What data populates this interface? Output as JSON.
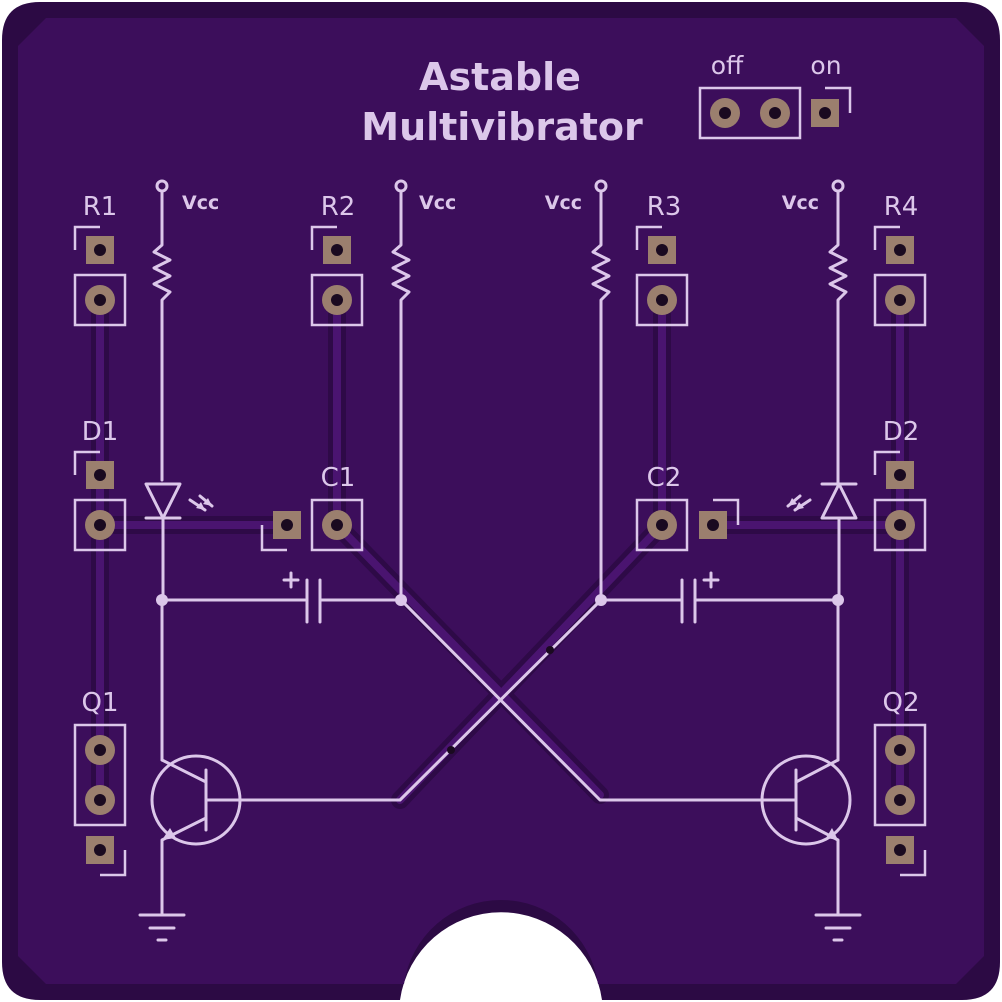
{
  "board": {
    "title_line1": "Astable",
    "title_line2": "Multivibrator",
    "colors": {
      "substrate": "#3c0e5b",
      "edge": "#2c0a44",
      "copper_fill": "#4a1470",
      "trace": "#2e0a47",
      "silkscreen": "#dcc7ea",
      "pad": "#9b7f6e",
      "hole": "#1a0a20"
    }
  },
  "switch": {
    "label_off": "off",
    "label_on": "on"
  },
  "supply_label": "Vcc",
  "components": {
    "R1": "R1",
    "R2": "R2",
    "R3": "R3",
    "R4": "R4",
    "D1": "D1",
    "D2": "D2",
    "C1": "C1",
    "C2": "C2",
    "Q1": "Q1",
    "Q2": "Q2"
  }
}
